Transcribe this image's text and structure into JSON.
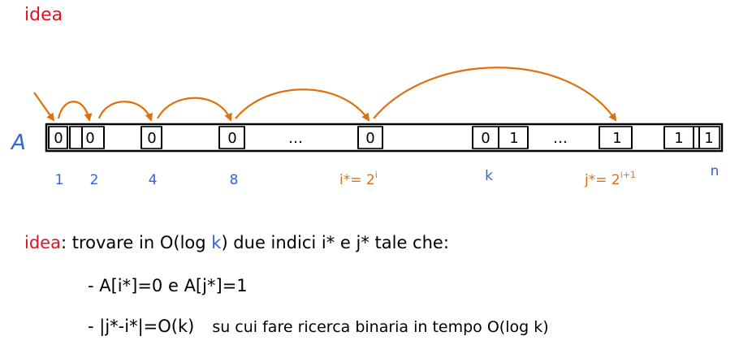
{
  "title": "idea",
  "array": {
    "name": "A",
    "cells": [
      "0",
      "0",
      "0",
      "0",
      "…",
      "0",
      "0",
      "1",
      "…",
      "1",
      "1",
      "1"
    ]
  },
  "indices": {
    "i1": "1",
    "i2": "2",
    "i4": "4",
    "i8": "8",
    "istar": "i*= 2",
    "istar_exp": "i",
    "k": "k",
    "jstar": "j*= 2",
    "jstar_exp": "i+1",
    "n": "n"
  },
  "colors": {
    "red": "#e0141e",
    "blue": "#2f62e6",
    "orange": "#e0700e"
  },
  "text": {
    "l1_a": "idea",
    "l1_b": ": trovare in O(log ",
    "l1_k": "k",
    "l1_c": ") due indici i* e j* tale che:",
    "l2": "- A[i*]=0 e A[j*]=1",
    "l3_a": "- |j*-i*|=O(k)",
    "l3_b": "su cui fare ricerca binaria in tempo O(log k)"
  }
}
